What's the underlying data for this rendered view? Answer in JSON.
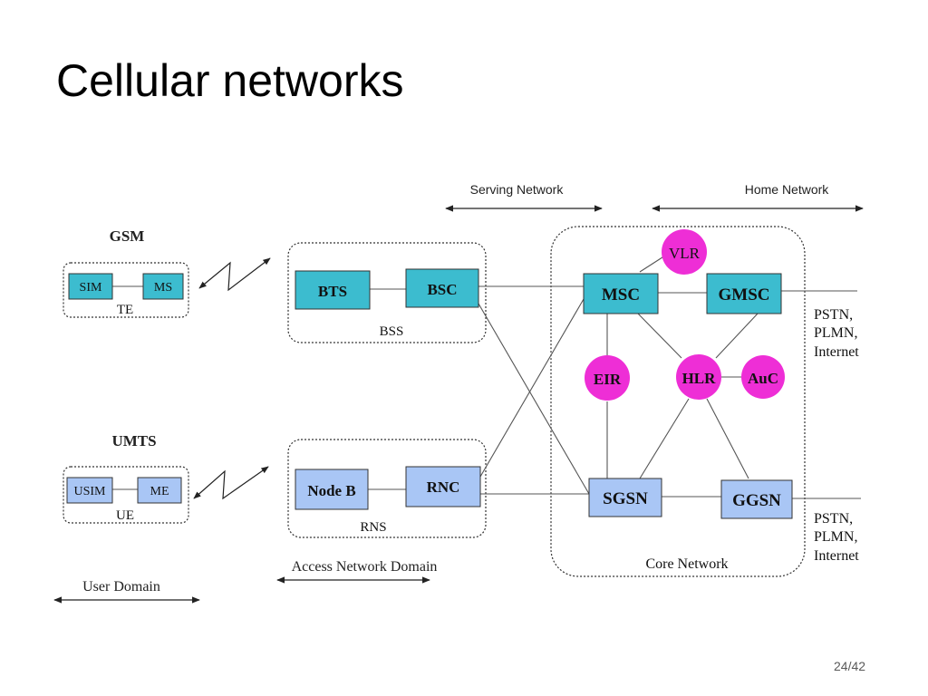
{
  "slide": {
    "title": "Cellular networks",
    "page": "24/42"
  },
  "colors": {
    "cyan": "#3cbccf",
    "blue": "#a9c6f5",
    "magenta": "#ee2ed6",
    "line": "#555555"
  },
  "diagram": {
    "domains": {
      "serving": "Serving Network",
      "home": "Home Network",
      "access": "Access Network Domain",
      "user": "User Domain"
    },
    "gsm": {
      "title": "GSM",
      "sim": "SIM",
      "ms": "MS",
      "te": "TE"
    },
    "umts": {
      "title": "UMTS",
      "usim": "USIM",
      "me": "ME",
      "ue": "UE"
    },
    "bss": {
      "bts": "BTS",
      "bsc": "BSC",
      "label": "BSS"
    },
    "rns": {
      "nodeb": "Node B",
      "rnc": "RNC",
      "label": "RNS"
    },
    "core": {
      "msc": "MSC",
      "gmsc": "GMSC",
      "sgsn": "SGSN",
      "ggsn": "GGSN",
      "vlr": "VLR",
      "eir": "EIR",
      "hlr": "HLR",
      "auc": "AuC",
      "label": "Core Network"
    },
    "external_top": [
      "PSTN,",
      "PLMN,",
      "Internet"
    ],
    "external_bottom": [
      "PSTN,",
      "PLMN,",
      "Internet"
    ]
  }
}
